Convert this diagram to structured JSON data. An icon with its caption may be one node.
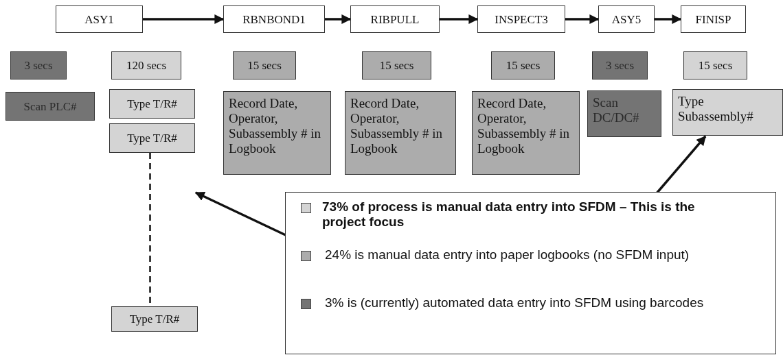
{
  "diagram": {
    "nodes": [
      {
        "text": [
          "ASY1"
        ]
      },
      {
        "text": [
          "RBNBOND1"
        ]
      },
      {
        "text": [
          "RIBPULL"
        ]
      },
      {
        "text": [
          "INSPECT3"
        ]
      },
      {
        "text": [
          "ASY5"
        ]
      },
      {
        "text": [
          "FINISP"
        ]
      },
      {
        "text": [
          "3 secs"
        ]
      },
      {
        "text": [
          "120 secs"
        ]
      },
      {
        "text": [
          "15 secs"
        ]
      },
      {
        "text": [
          "15 secs"
        ]
      },
      {
        "text": [
          "15 secs"
        ]
      },
      {
        "text": [
          "3 secs"
        ]
      },
      {
        "text": [
          "15 secs"
        ]
      },
      {
        "text": [
          "Scan PLC#"
        ]
      },
      {
        "text": [
          "Type T/R#"
        ]
      },
      {
        "text": [
          "Type T/R#"
        ]
      },
      {
        "text": [
          "Record Date, Operator, Subassembly # in Logbook"
        ]
      },
      {
        "text": [
          "Record Date, Operator, Subassembly # in Logbook"
        ]
      },
      {
        "text": [
          "Record Date, Operator, Subassembly # in Logbook"
        ]
      },
      {
        "text": [
          "Scan DC/DC#"
        ]
      },
      {
        "text": [
          "Type Subassembly#"
        ]
      },
      {
        "text": [
          "Type T/R#"
        ]
      },
      {
        "text": [],
        "shape": "box"
      }
    ],
    "edges": [
      {
        "from": 0,
        "to": 1,
        "arrow": "to"
      },
      {
        "from": 1,
        "to": 2,
        "arrow": "to"
      },
      {
        "from": 2,
        "to": 3,
        "arrow": "to"
      },
      {
        "from": 3,
        "to": 4,
        "arrow": "to"
      },
      {
        "from": 4,
        "to": 5,
        "arrow": "to"
      },
      {
        "from": 15,
        "to": 21,
        "arrow": "none",
        "style": "dashed"
      },
      {
        "from": 22,
        "to": null,
        "arrow": "to"
      },
      {
        "from": 22,
        "to": 20,
        "arrow": "to"
      }
    ],
    "legend": [
      {
        "text": "73% of process is manual data entry into SFDM – This is the project focus",
        "color": "#d4d4d4"
      },
      {
        "text": "24% is manual data entry into paper logbooks (no SFDM input)",
        "color": "#acacac"
      },
      {
        "text": "3% is (currently) automated data entry into SFDM using barcodes",
        "color": "#747474"
      }
    ]
  }
}
